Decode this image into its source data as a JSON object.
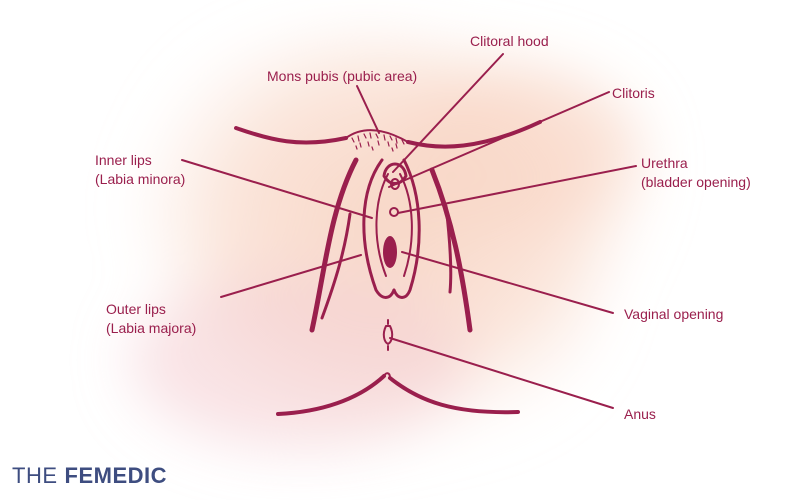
{
  "labels": {
    "clitoral_hood": "Clitoral hood",
    "mons_pubis": "Mons pubis (pubic area)",
    "clitoris": "Clitoris",
    "inner_lips": [
      "Inner lips",
      "(Labia minora)"
    ],
    "urethra": [
      "Urethra",
      "(bladder opening)"
    ],
    "outer_lips": [
      "Outer lips",
      "(Labia majora)"
    ],
    "vaginal_opening": "Vaginal opening",
    "anus": "Anus"
  },
  "brand": {
    "part1": "THE",
    "part2": "FEMEDIC"
  },
  "colors": {
    "line": "#9a1f4d",
    "text": "#9a1f4d",
    "brand": "#3e4d80",
    "brand_accent": "#4aa7d6",
    "wash_peach": "#f7d8c6",
    "wash_pink": "#f3c9cf"
  }
}
